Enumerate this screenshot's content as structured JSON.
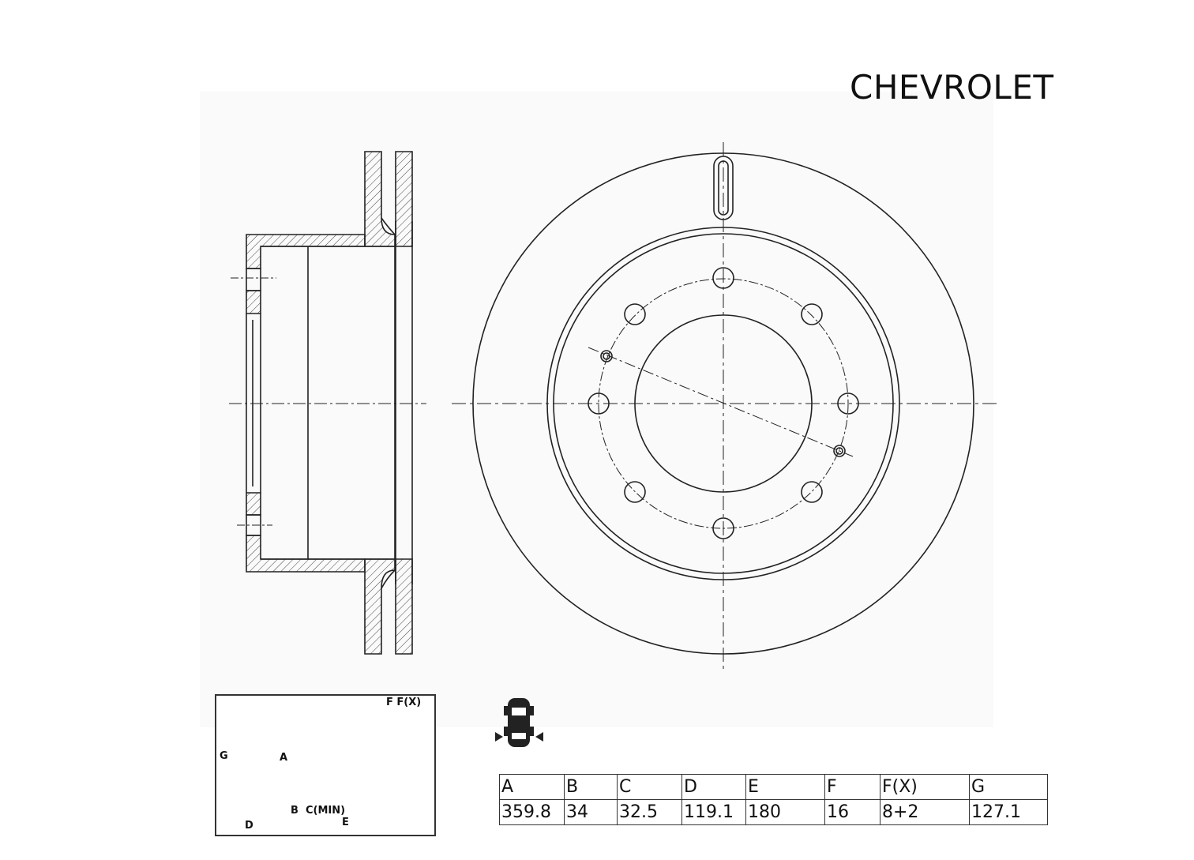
{
  "brand": "CHEVROLET",
  "legend": {
    "label_f_fx": "F F(X)",
    "label_g": "G",
    "label_a": "A",
    "label_b": "B",
    "label_c_min": "C(MIN)",
    "label_d": "D",
    "label_e": "E"
  },
  "icons": {
    "axle_position": "rear-axle-car-icon"
  },
  "spec_table": {
    "headers": [
      "A",
      "B",
      "C",
      "D",
      "E",
      "F",
      "F(X)",
      "G"
    ],
    "values": [
      "359.8",
      "34",
      "32.5",
      "119.1",
      "180",
      "16",
      "8+2",
      "127.1"
    ]
  },
  "colors": {
    "line": "#222222",
    "panel": "#fafafa"
  }
}
